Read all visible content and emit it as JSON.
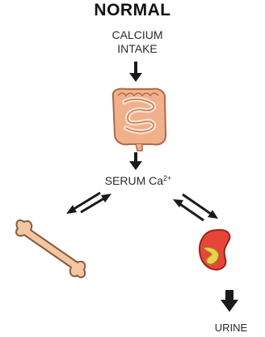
{
  "diagram": {
    "title": "NORMAL",
    "intake_line1": "CALCIUM",
    "intake_line2": "INTAKE",
    "serum_label": "SERUM Ca",
    "serum_superscript": "2+",
    "urine_label": "URINE"
  },
  "colors": {
    "text": "#2a2a2a",
    "arrow": "#1a1a1a",
    "intestine_fill": "#f0b08c",
    "intestine_stroke": "#b06848",
    "bone_fill": "#f4c7a4",
    "bone_stroke": "#8a5a3c",
    "kidney_fill": "#e8453a",
    "kidney_stroke": "#9a2318",
    "ureter_fill": "#e8d24a"
  },
  "icons": [
    "intestine-icon",
    "bone-icon",
    "kidney-icon"
  ]
}
